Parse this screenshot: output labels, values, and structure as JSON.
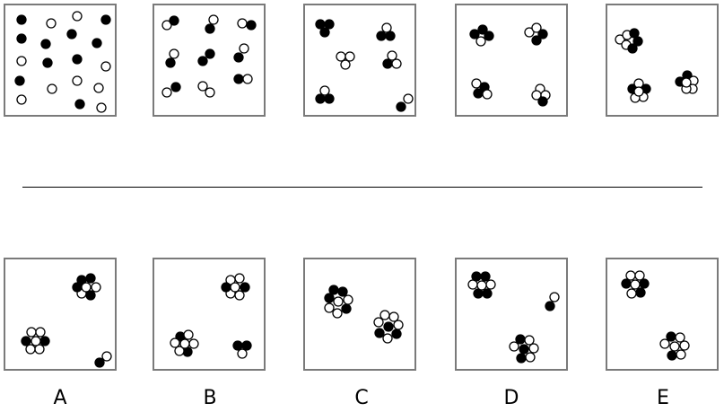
{
  "puzzle": {
    "answer_labels": [
      "A",
      "B",
      "C",
      "D",
      "E"
    ]
  },
  "colors": {
    "filled": "#000000",
    "hollow": "#ffffff",
    "outline": "#000000",
    "frame": "#7a7a7a"
  }
}
